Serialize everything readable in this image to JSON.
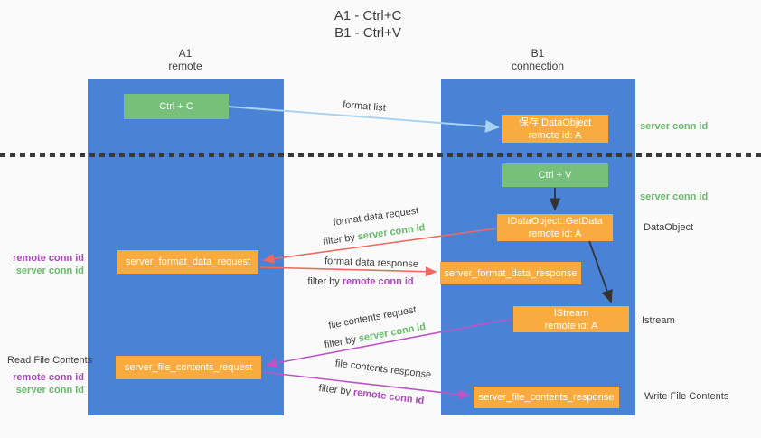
{
  "title": {
    "line1": "A1 - Ctrl+C",
    "line2": "B1 - Ctrl+V"
  },
  "lanes": {
    "left": {
      "name": "A1",
      "role": "remote"
    },
    "right": {
      "name": "B1",
      "role": "connection"
    }
  },
  "nodes": {
    "ctrl_c": "Ctrl + C",
    "save_idataobject": {
      "line1": "保存IDataObject",
      "line2": "remote id: A"
    },
    "ctrl_v": "Ctrl + V",
    "getdata": {
      "line1": "IDataObject::GetData",
      "line2": "remote id: A"
    },
    "server_format_data_request": "server_format_data_request",
    "server_format_data_response": "server_format_data_response",
    "istream": {
      "line1": "IStream",
      "line2": "remote id: A"
    },
    "server_file_contents_request": "server_file_contents_request",
    "server_file_contents_response": "server_file_contents_response"
  },
  "flow_labels": {
    "format_list": "format list",
    "format_data_request": "format data request",
    "format_data_response": "format data response",
    "file_contents_request": "file contents request",
    "file_contents_response": "file contents response",
    "filter_by": "filter by",
    "server_conn_id": "server conn id",
    "remote_conn_id": "remote conn id"
  },
  "side_labels": {
    "server_conn_id_top": "server conn id",
    "server_conn_id_mid": "server conn id",
    "dataobject": "DataObject",
    "istream": "Istream",
    "write_file_contents": "Write File Contents",
    "read_file_contents": "Read File Contents",
    "remote_conn_id": "remote conn id",
    "server_conn_id": "server conn id"
  },
  "colors": {
    "lane_blue": "#4a83d6",
    "box_green": "#77c07a",
    "box_orange": "#f9ab40",
    "green_text": "#66bb6a",
    "purple_text": "#ab47bc",
    "arrow_red": "#ee6a5e",
    "arrow_purple": "#bc54c5",
    "arrow_lightblue": "#a8d3f0",
    "arrow_black": "#333333"
  }
}
